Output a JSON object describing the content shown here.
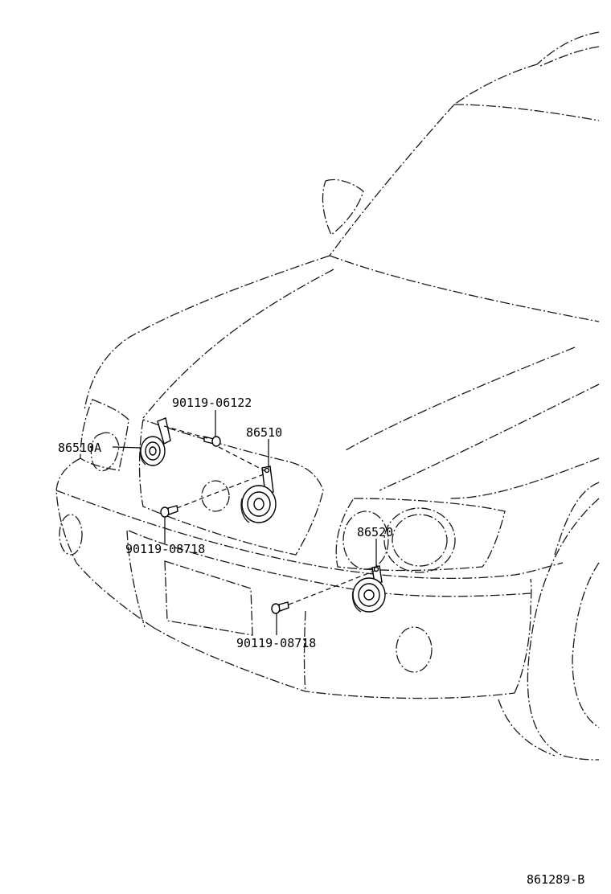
{
  "diagram": {
    "labels": {
      "horn_left": "86510A",
      "bolt_top": "90119-06122",
      "horn_center": "86510",
      "bolt_left": "90119-08718",
      "horn_right": "86520",
      "bolt_bottom": "90119-08718",
      "figure_id": "861289-B"
    },
    "colors": {
      "line": "#1a1a1a",
      "background": "#ffffff"
    }
  }
}
